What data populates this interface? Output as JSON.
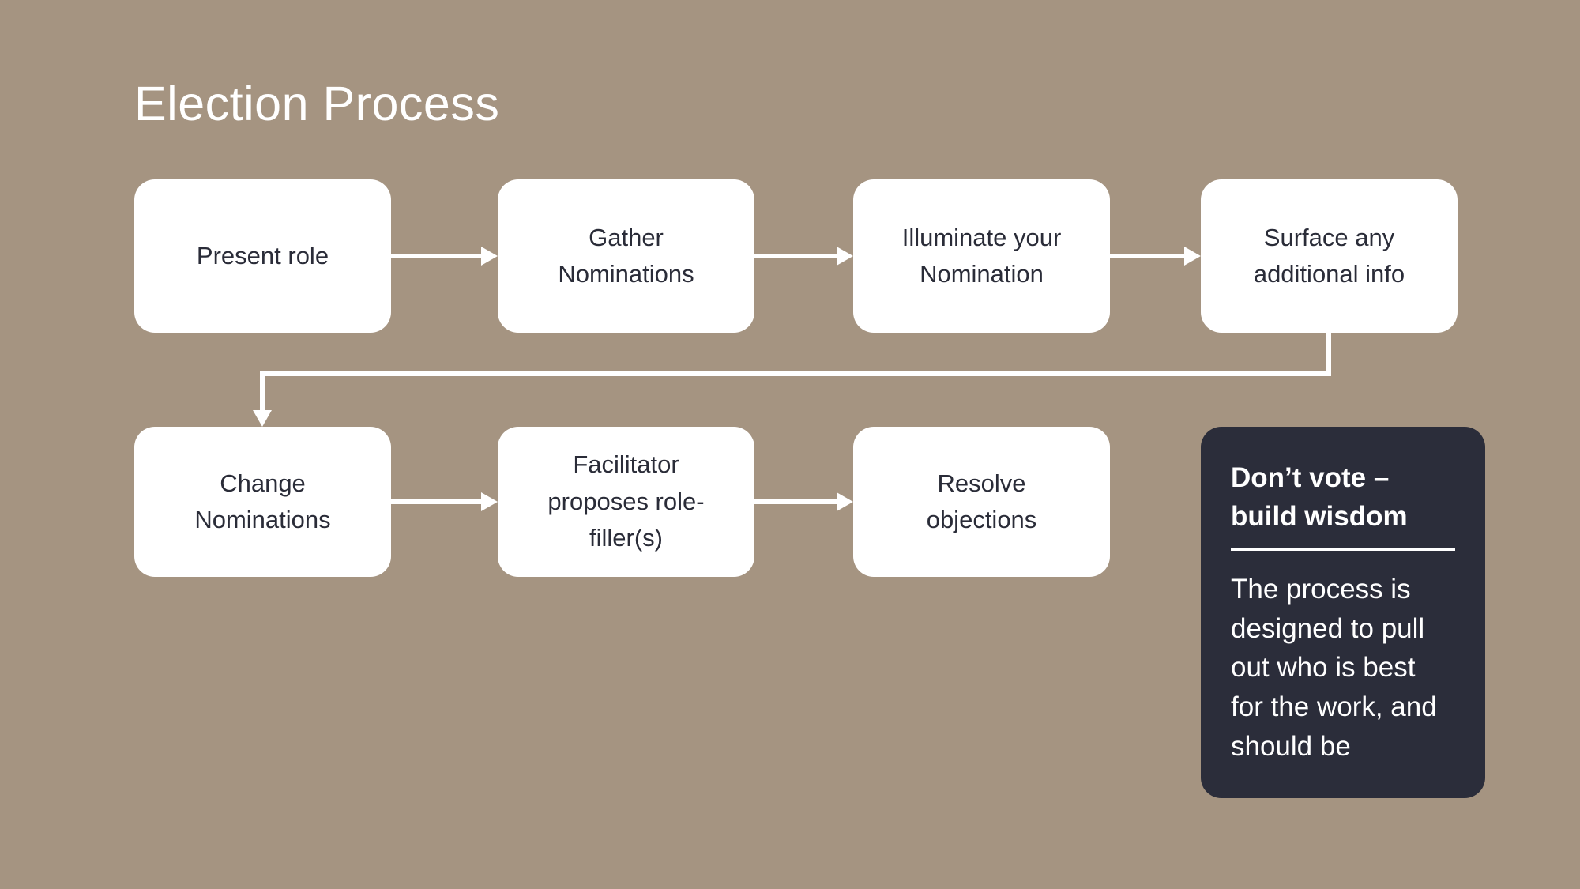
{
  "slide": {
    "title": "Election Process"
  },
  "colors": {
    "background": "#a59481",
    "node_bg": "#ffffff",
    "node_text": "#2a2c38",
    "connector": "#ffffff",
    "callout_bg": "#2b2d3a",
    "callout_text": "#ffffff"
  },
  "flow": {
    "row1": [
      {
        "label": "Present role"
      },
      {
        "label": "Gather Nominations"
      },
      {
        "label": "Illuminate your Nomination"
      },
      {
        "label": "Surface any additional info"
      }
    ],
    "row2": [
      {
        "label": "Change Nominations"
      },
      {
        "label": "Facilitator proposes role-filler(s)"
      },
      {
        "label": "Resolve objections"
      }
    ]
  },
  "callout": {
    "title": "Don’t vote – build wisdom",
    "body": "The process is designed to pull out who is best for the work, and should be"
  }
}
